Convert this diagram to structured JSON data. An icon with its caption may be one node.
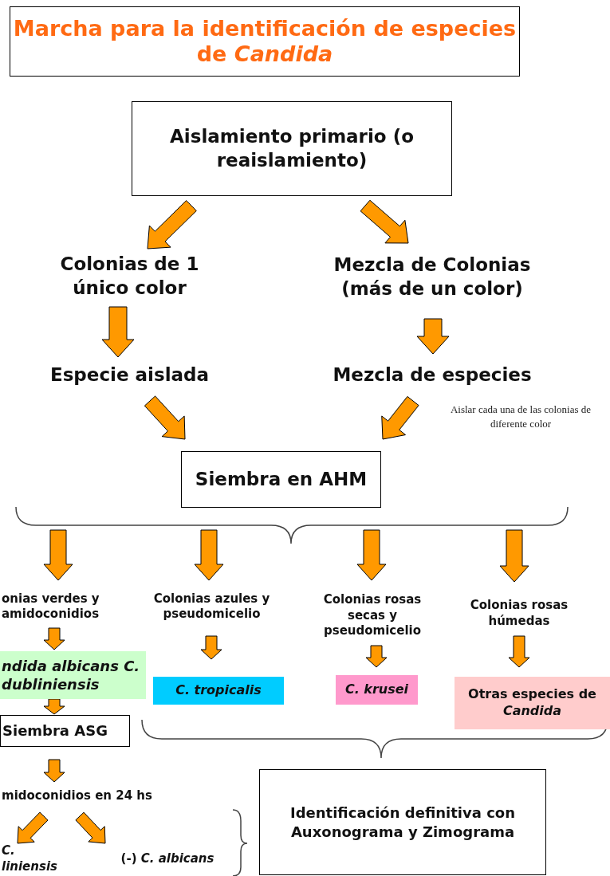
{
  "diagram": {
    "title": "Marcha para la identificación de especies de *Candida*",
    "nodes": [
      {
        "text": [
          "Aislamiento primario (o reaislamiento)"
        ]
      },
      {
        "text": [
          "Colonias de 1 único color"
        ]
      },
      {
        "text": [
          "Mezcla de Colonias (más de un color)"
        ]
      },
      {
        "text": [
          "Especie aislada"
        ]
      },
      {
        "text": [
          "Mezcla de especies"
        ]
      },
      {
        "text": [
          "Siembra en AHM"
        ]
      },
      {
        "text": [
          "onias verdes y amidoconidios"
        ]
      },
      {
        "text": [
          "Colonias azules y pseudomicelio"
        ]
      },
      {
        "text": [
          "Colonias rosas secas y pseudomicelio"
        ]
      },
      {
        "text": [
          "Colonias rosas húmedas"
        ]
      },
      {
        "text": [
          "ndida albicans C. dubliniensis"
        ]
      },
      {
        "text": [
          "C. tropicalis"
        ]
      },
      {
        "text": [
          "C. krusei"
        ]
      },
      {
        "text": [
          "Otras especies de *Candida*"
        ]
      },
      {
        "text": [
          "Siembra ASG"
        ]
      },
      {
        "text": [
          "midoconidios en 24 hs"
        ]
      },
      {
        "text": [
          "C. liniensis"
        ]
      },
      {
        "text": [
          "(-) *C. albicans*"
        ]
      },
      {
        "text": [
          "Identificación definitiva con Auxonograma y Zimograma"
        ]
      }
    ],
    "edges": [
      {
        "from": 0,
        "to": 1,
        "arrow": "to"
      },
      {
        "from": 0,
        "to": 2,
        "arrow": "to"
      },
      {
        "from": 1,
        "to": 3,
        "arrow": "to"
      },
      {
        "from": 2,
        "to": 4,
        "arrow": "to"
      },
      {
        "from": 3,
        "to": 5,
        "arrow": "to"
      },
      {
        "from": 4,
        "to": 5,
        "arrow": "to"
      },
      {
        "from": null,
        "to": 6,
        "arrow": "to"
      },
      {
        "from": null,
        "to": 7,
        "arrow": "to"
      },
      {
        "from": null,
        "to": 8,
        "arrow": "to"
      },
      {
        "from": null,
        "to": 9,
        "arrow": "to"
      },
      {
        "from": 6,
        "to": 10,
        "arrow": "to"
      },
      {
        "from": 7,
        "to": 11,
        "arrow": "to"
      },
      {
        "from": 8,
        "to": 12,
        "arrow": "to"
      },
      {
        "from": 9,
        "to": 13,
        "arrow": "to"
      },
      {
        "from": 10,
        "to": 14,
        "arrow": "to"
      },
      {
        "from": 14,
        "to": 15,
        "arrow": "to"
      },
      {
        "from": 15,
        "to": 16,
        "arrow": "to"
      },
      {
        "from": 15,
        "to": 17,
        "arrow": "to"
      }
    ],
    "labels": [
      "Aislar cada una de las colonias de diferente color"
    ]
  }
}
